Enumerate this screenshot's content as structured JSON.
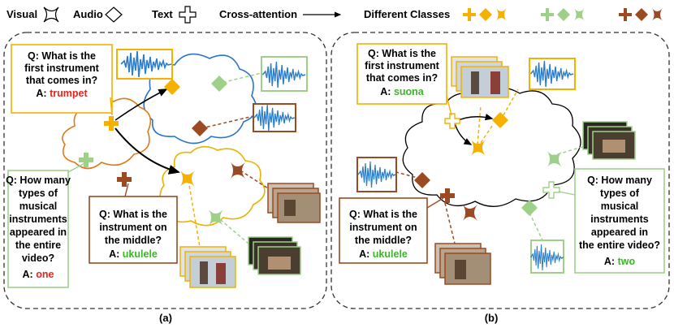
{
  "legend": {
    "visual": "Visual",
    "audio": "Audio",
    "text": "Text",
    "cross_attention": "Cross-attention",
    "classes": "Different Classes"
  },
  "colors": {
    "yellow": "#f5b000",
    "green": "#9fd08a",
    "brown": "#9b4a22",
    "answer_red": "#e8231a",
    "answer_green": "#3cb528",
    "cloud_orange": "#e07a18",
    "cloud_blue": "#2a74cc",
    "cloud_yellow": "#e8b400"
  },
  "panel_a": {
    "caption": "(a)",
    "q1": {
      "lines": [
        "Q: What is the",
        "first instrument",
        "that comes in?"
      ],
      "answer_prefix": "A:",
      "answer": "trumpet"
    },
    "q2": {
      "lines": [
        "Q: How many",
        "types of",
        "musical",
        "instruments",
        "appeared in",
        "the entire",
        "video?"
      ],
      "answer_prefix": "A:",
      "answer": "one"
    },
    "q3": {
      "lines": [
        "Q: What is the",
        "instrument on",
        "the middle?"
      ],
      "answer_prefix": "A:",
      "answer": "ukulele"
    }
  },
  "panel_b": {
    "caption": "(b)",
    "q1": {
      "lines": [
        "Q: What is the",
        "first instrument",
        "that comes in?"
      ],
      "answer_prefix": "A:",
      "answer": "suona"
    },
    "q2": {
      "lines": [
        "Q: How many",
        "types of",
        "musical",
        "instruments",
        "appeared in",
        "the entire video?"
      ],
      "answer_prefix": "A:",
      "answer": "two"
    },
    "q3": {
      "lines": [
        "Q: What is the",
        "instrument on",
        "the middle?"
      ],
      "answer_prefix": "A:",
      "answer": "ukulele"
    }
  }
}
